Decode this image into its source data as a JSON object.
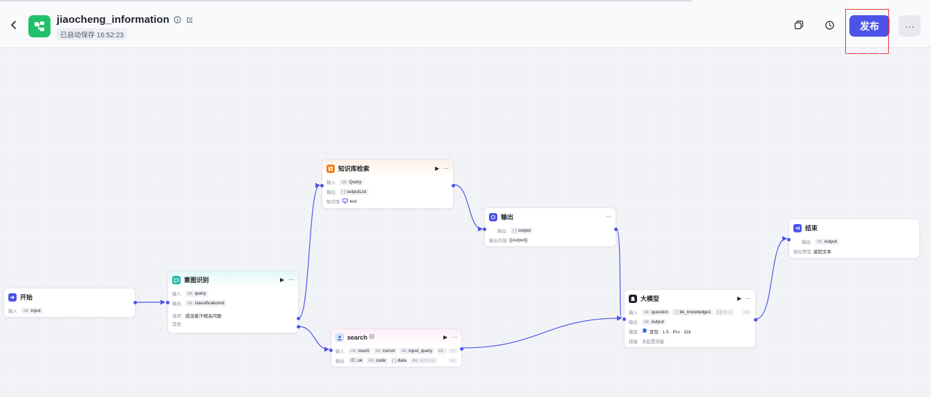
{
  "header": {
    "title": "jiaocheng_information",
    "autosave": "已自动保存 16:52:23",
    "publish_label": "发布",
    "more_label": "···"
  },
  "nodes": {
    "start": {
      "title": "开始",
      "in_label": "输入",
      "in_type": "str.",
      "in_name": "input"
    },
    "intent": {
      "title": "意图识别",
      "in_label": "输入",
      "in_type": "str.",
      "in_name": "query",
      "out_label": "输出",
      "out_type": "int.",
      "out_name": "classificationId",
      "opt_label": "选项",
      "opt_value": "成龙客汗相关问题",
      "other_label": "其他"
    },
    "kb": {
      "title": "知识库检索",
      "in_label": "输入",
      "in_type": "str.",
      "in_name": "Query",
      "out_label": "输出",
      "out_type": "[ ]",
      "out_name": "outputList",
      "kb_label": "知识库",
      "kb_value": "test"
    },
    "output": {
      "title": "输出",
      "out_label": "输出",
      "out_type": "{ }",
      "out_name": "output",
      "content_label": "输出内容",
      "content_value": "{{output}}"
    },
    "search": {
      "title": "search",
      "in_label": "输入",
      "in1_type": "int.",
      "in1_name": "count",
      "in2_type": "str.",
      "in2_name": "cursor",
      "in3_type": "str.",
      "in3_name": "input_query",
      "in4_type": "int.",
      "out_label": "输出",
      "out1_name": "ok",
      "out2_type": "int.",
      "out2_name": "code",
      "out3_type": "{ }",
      "out3_name": "data",
      "out4_type": "int.",
      "out4_name": "errcode",
      "more": "···"
    },
    "llm": {
      "title": "大模型",
      "in_label": "输入",
      "in1_type": "str.",
      "in1_name": "question",
      "in2_type": "[ ]",
      "in2_name": "bk_knowledge1",
      "in3_type": "[ ]",
      "in3_name": "bk_k",
      "out_label": "输出",
      "out_type": "str.",
      "out_name": "output",
      "model_label": "模型",
      "model_value": "豆包 · 1.5 · Pro · 32k",
      "skill_label": "技能",
      "skill_value": "未配置技能",
      "more": "···"
    },
    "end": {
      "title": "结束",
      "out_label": "输出",
      "out_type": "str.",
      "out_name": "output",
      "type_label": "输出类型",
      "type_value": "返回文本"
    }
  },
  "colors": {
    "accent": "#4d53e8",
    "app_logo": "#21c16b",
    "highlight": "#e8343a",
    "kb_icon": "#f07c1b",
    "intent_icon": "#16b8a6",
    "llm_icon": "#1f2329"
  }
}
